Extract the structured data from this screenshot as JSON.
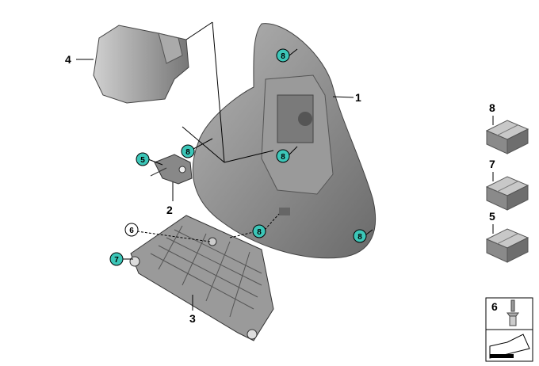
{
  "diagram": {
    "parts": {
      "p1": "1",
      "p2": "2",
      "p3": "3",
      "p4": "4"
    },
    "callouts": {
      "c8a": "8",
      "c8b": "8",
      "c8c": "8",
      "c8d": "8",
      "c8e": "8",
      "c5": "5",
      "c7": "7",
      "c6": "6"
    },
    "legend": {
      "box8": "8",
      "box7": "7",
      "box5": "5",
      "rivet6": "6"
    },
    "colors": {
      "callout_fill": "#3cc6b8",
      "part_gray": "#8c8c8c"
    }
  }
}
